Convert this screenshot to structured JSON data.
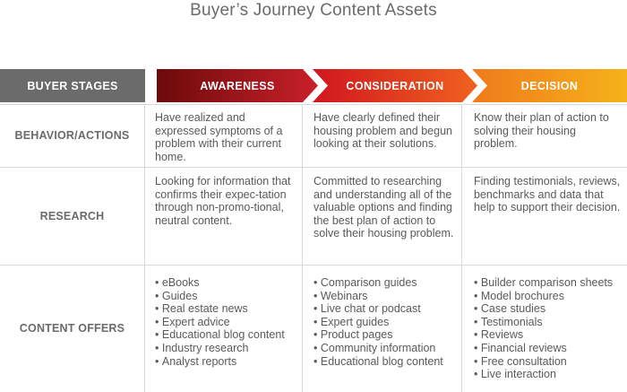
{
  "title": "Buyer’s Journey Content Assets",
  "header": {
    "stages_label": "BUYER STAGES",
    "stages": [
      {
        "label": "AWARENESS",
        "color_start": "#6d0a0a",
        "color_end": "#c9202a"
      },
      {
        "label": "CONSIDERATION",
        "color_start": "#d0161f",
        "color_end": "#f0621e"
      },
      {
        "label": "DECISION",
        "color_start": "#f07a1c",
        "color_end": "#f5b21a"
      }
    ]
  },
  "rows": [
    {
      "label": "BEHAVIOR/ACTIONS",
      "cells": [
        "Have realized and expressed symptoms of a problem with their current home.",
        "Have clearly defined their housing problem and begun looking at their solutions.",
        "Know their plan of action to solving their housing problem."
      ]
    },
    {
      "label": "RESEARCH",
      "cells": [
        "Looking for information that confirms their expec-tation through non-promo-tional, neutral content.",
        "Committed to researching and understanding all of the valuable options and finding the best plan of action to solve their housing problem.",
        "Finding testimonials, reviews, benchmarks and data that help to support their decision."
      ]
    },
    {
      "label": "CONTENT OFFERS",
      "lists": [
        [
          "eBooks",
          "Guides",
          "Real estate news",
          "Expert advice",
          "Educational blog content",
          "Industry research",
          "Analyst reports"
        ],
        [
          "Comparison guides",
          "Webinars",
          "Live chat or podcast",
          "Expert guides",
          "Product pages",
          "Community information",
          "Educational blog content"
        ],
        [
          "Builder comparison sheets",
          "Model brochures",
          "Case studies",
          "Testimonials",
          "Reviews",
          "Financial reviews",
          "Free consultation",
          "Live interaction"
        ]
      ]
    }
  ]
}
